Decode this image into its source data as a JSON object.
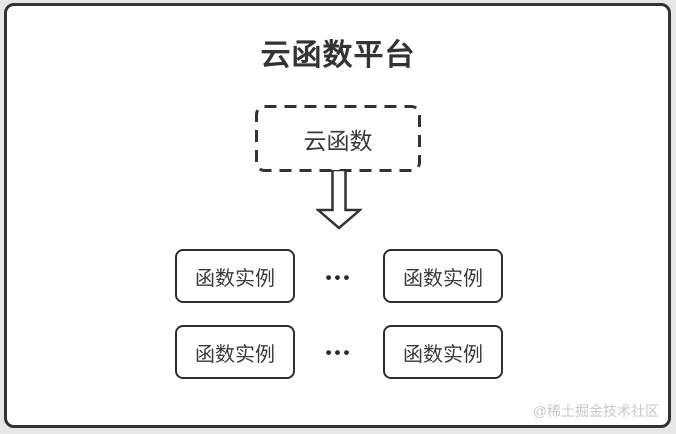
{
  "colors": {
    "outer_background": "#e7e7e7",
    "canvas_background": "#ffffff",
    "frame_border": "#333333",
    "node_border": "#2e2e2e",
    "text": "#3a3a3a",
    "watermark": "#c7c7c7"
  },
  "diagram": {
    "title": "云函数平台",
    "root_node": {
      "label": "云函数"
    },
    "ellipsis": "•••",
    "rows": [
      {
        "left": {
          "label": "函数实例"
        },
        "right": {
          "label": "函数实例"
        }
      },
      {
        "left": {
          "label": "函数实例"
        },
        "right": {
          "label": "函数实例"
        }
      }
    ]
  },
  "watermark": "@稀土掘金技术社区"
}
